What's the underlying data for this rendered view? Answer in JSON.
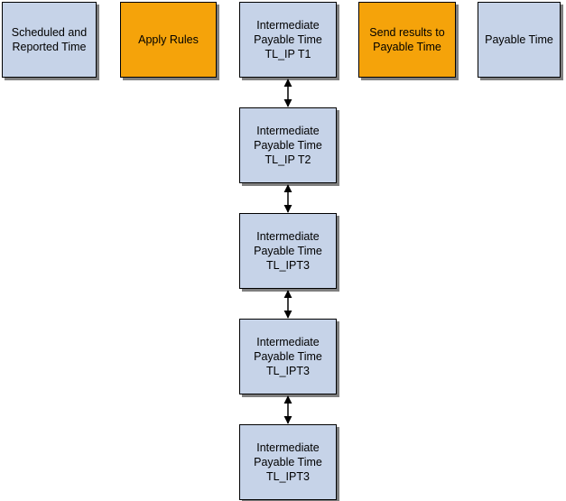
{
  "colors": {
    "process": "#c6d3e8",
    "highlight": "#f5a30a",
    "border": "#000000",
    "shadow": "#7f7f7f"
  },
  "top_row": [
    {
      "label": "Scheduled and\nReported Time"
    },
    {
      "label": "Apply Rules"
    },
    {
      "label": "Intermediate\nPayable Time\nTL_IP T1"
    },
    {
      "label": "Send results to\nPayable Time"
    },
    {
      "label": "Payable Time"
    }
  ],
  "column": [
    {
      "label": "Intermediate\nPayable Time\nTL_IP T2"
    },
    {
      "label": "Intermediate\nPayable Time\nTL_IPT3"
    },
    {
      "label": "Intermediate\nPayable Time\nTL_IPT3"
    },
    {
      "label": "Intermediate\nPayable Time\nTL_IPT3"
    }
  ]
}
